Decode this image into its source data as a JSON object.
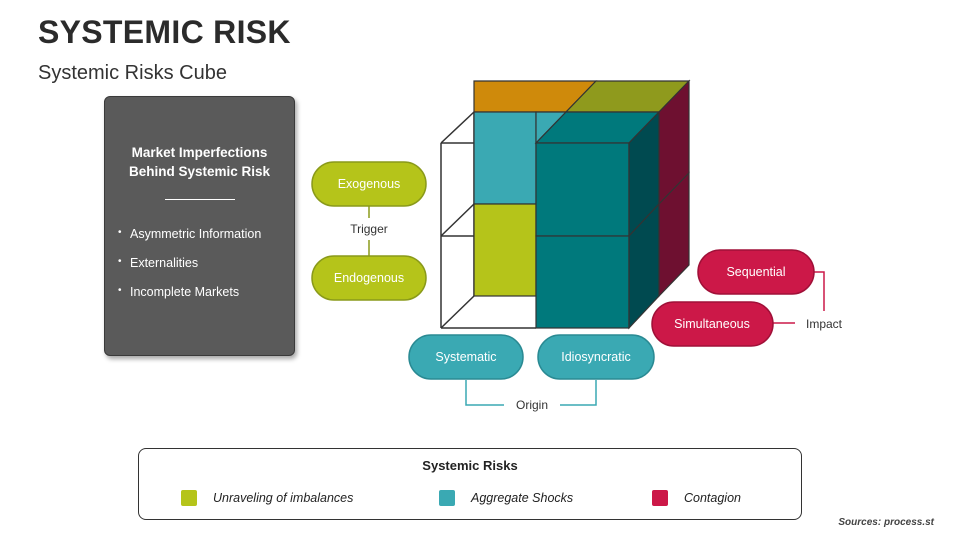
{
  "title": "SYSTEMIC RISK",
  "subtitle": "Systemic Risks Cube",
  "card": {
    "title_line1": "Market Imperfections",
    "title_line2": "Behind Systemic Risk",
    "bullets": [
      "Asymmetric Information",
      "Externalities",
      "Incomplete Markets"
    ]
  },
  "trigger": {
    "label": "Trigger",
    "top": "Exogenous",
    "bottom": "Endogenous"
  },
  "origin": {
    "label": "Origin",
    "left": "Systematic",
    "right": "Idiosyncratic"
  },
  "impact": {
    "label": "Impact",
    "top": "Sequential",
    "bottom": "Simultaneous"
  },
  "legend": {
    "title": "Systemic Risks",
    "items": [
      {
        "label": "Unraveling of imbalances",
        "color": "#b5c41a"
      },
      {
        "label": "Aggregate Shocks",
        "color": "#3aa9b3"
      },
      {
        "label": "Contagion",
        "color": "#cc1848"
      }
    ]
  },
  "source": "Sources: process.st",
  "colors": {
    "olive": "#b5c41a",
    "teal": "#3aa9b3",
    "dark_teal": "#00797c",
    "crimson": "#cc1848",
    "orange": "#cf8a0b",
    "olive_top": "#8f9a1d",
    "maroon": "#6e1030"
  }
}
